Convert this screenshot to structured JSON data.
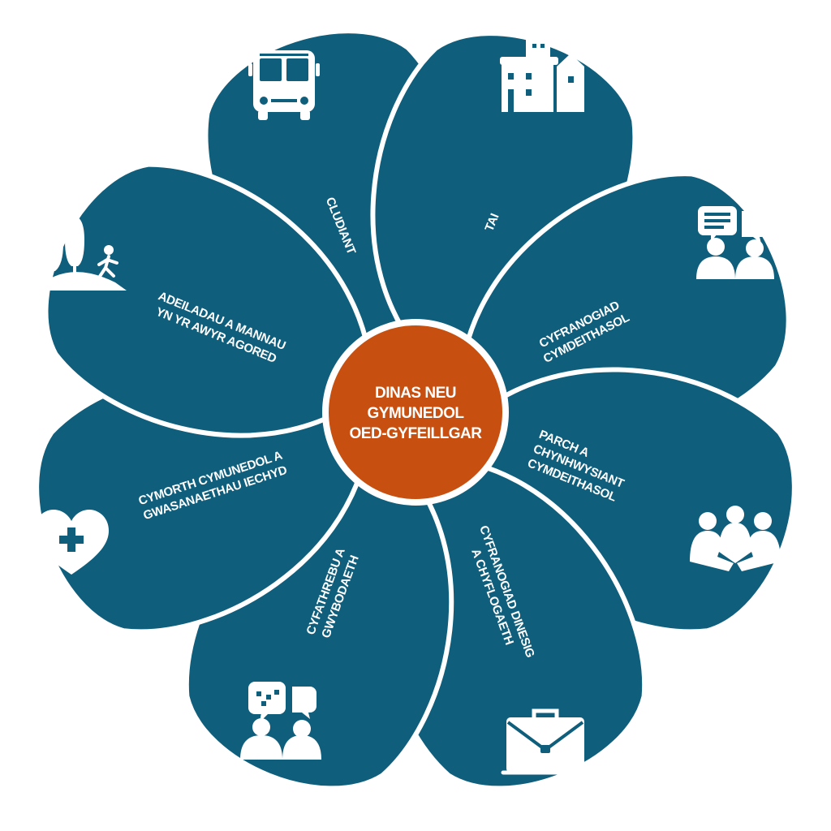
{
  "center": {
    "lines": [
      "DINAS NEU",
      "GYMUNEDOL",
      "OED-GYFEILLGAR"
    ]
  },
  "colors": {
    "petal": "#0f5e7c",
    "center": "#c75011",
    "text": "#ffffff"
  },
  "petals": [
    {
      "id": "cludiant",
      "icon": "bus-icon",
      "lines": [
        "CLUDIANT"
      ]
    },
    {
      "id": "tai",
      "icon": "houses-icon",
      "lines": [
        "TAI"
      ]
    },
    {
      "id": "cyfranogiad-cymdeithasol",
      "icon": "conversation-icon",
      "lines": [
        "CYFRANOGIAD",
        "CYMDEITHASOL"
      ]
    },
    {
      "id": "parch",
      "icon": "group-people-icon",
      "lines": [
        "PARCH A",
        "CHYNHWYSIANT",
        "CYMDEITHASOL"
      ]
    },
    {
      "id": "cyfranogiad-dinesig",
      "icon": "briefcase-icon",
      "lines": [
        "CYFRANOGIAD DINESIG",
        "A CHYFLOGAETH"
      ]
    },
    {
      "id": "cyfathrebu",
      "icon": "chat-people-icon",
      "lines": [
        "CYFATHREBU A",
        "GWYBODAETH"
      ]
    },
    {
      "id": "cymorth",
      "icon": "heart-plus-icon",
      "lines": [
        "CYMORTH CYMUNEDOL A",
        "GWASANAETHAU IECHYD"
      ]
    },
    {
      "id": "adeiladau",
      "icon": "trees-hiker-icon",
      "lines": [
        "ADEILADAU A MANNAU",
        "YN YR AWYR AGORED"
      ]
    }
  ]
}
